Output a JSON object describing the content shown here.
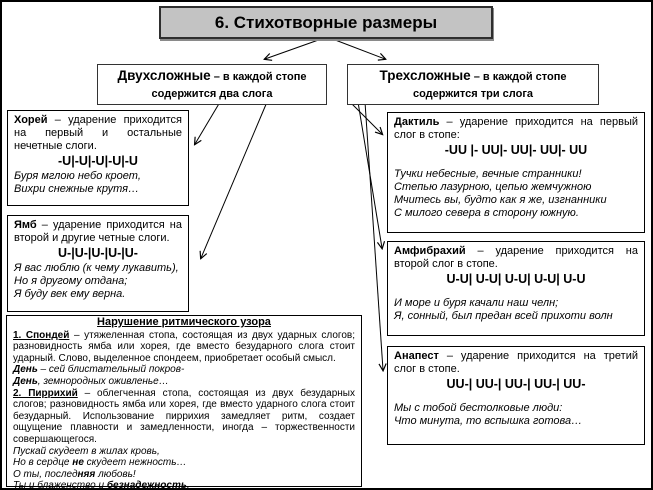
{
  "title": "6. Стихотворные размеры",
  "categories": {
    "two": {
      "term": "Двухсложные",
      "rest": " – в каждой стопе содержится два слога"
    },
    "three": {
      "term": "Трехсложные",
      "rest": " – в каждой стопе содержится три слога"
    }
  },
  "meters": {
    "chorey": {
      "term": "Хорей",
      "definition": " – ударение приходится на первый и остальные нечетные слоги.",
      "scheme": "-U|-U|-U|-U|-U",
      "example": [
        "Буря мглою небо кроет,",
        "Вихри снежные крутя…"
      ]
    },
    "yamb": {
      "term": "Ямб",
      "definition": " – ударение приходится на второй и другие четные слоги.",
      "scheme": "U-|U-|U-|U-|U-",
      "example": [
        "Я вас люблю (к чему лукавить),",
        "Но я другому отдана;",
        "Я буду век ему верна."
      ]
    },
    "dactyl": {
      "term": "Дактиль",
      "definition": " – ударение приходится на первый слог в стопе:",
      "scheme": "-UU |- UU|- UU|- UU|- UU",
      "example": [
        "Тучки небесные, вечные странники!",
        "Степью лазурною, цепью жемчужною",
        "Мчитесь вы, будто как я же, изгнанники",
        "С милого севера в сторону южную."
      ]
    },
    "amphibrach": {
      "term": "Амфибрахий",
      "definition": " – ударение приходится на второй слог в стопе.",
      "scheme": "U-U| U-U| U-U| U-U| U-U",
      "example": [
        "И море и буря качали наш челн;",
        "Я, сонный, был предан всей прихоти волн"
      ]
    },
    "anapest": {
      "term": "Анапест",
      "definition": " – ударение приходится на третий слог в стопе.",
      "scheme": "UU-| UU-| UU-| UU-| UU-",
      "example": [
        "Мы с тобой бестолковые люди:",
        "Что минута, то вспышка готова…"
      ]
    }
  },
  "violation": {
    "heading": "Нарушение ритмического узора",
    "spondee": {
      "term": "1. Спондей",
      "text": " – утяжеленная стопа, состоящая из двух ударных слогов; разновидность ямба или хорея, где вместо безударного слога стоит ударный. Слово, выделенное спондеем, приобретает особый смысл.",
      "example": [
        {
          "pre": "",
          "bold": "День",
          "post": " – сей блистательный покров-"
        },
        {
          "pre": "",
          "bold": "День",
          "post": ", земнородных оживленье…"
        }
      ]
    },
    "pyrrhic": {
      "term": "2. Пиррихий",
      "text": " – облегченная стопа, состоящая из двух безударных слогов; разновидность ямба или хорея, где вместо ударного слога стоит безударный. Использование пиррихия замедляет ритм, создает ощущение плавности и замедленности, иногда – торжественности совершающегося.",
      "example": [
        {
          "pre": "Пускай скудеет в жилах кровь,",
          "bold": "",
          "post": ""
        },
        {
          "pre": "Но в сердце ",
          "bold": "не",
          "post": " скудеет нежность…"
        },
        {
          "pre": "О ты, послед",
          "bold": "няя",
          "post": " любовь!"
        },
        {
          "pre": "Ты и блаженство и ",
          "bold": "безнадежность",
          "post": "."
        }
      ]
    }
  }
}
